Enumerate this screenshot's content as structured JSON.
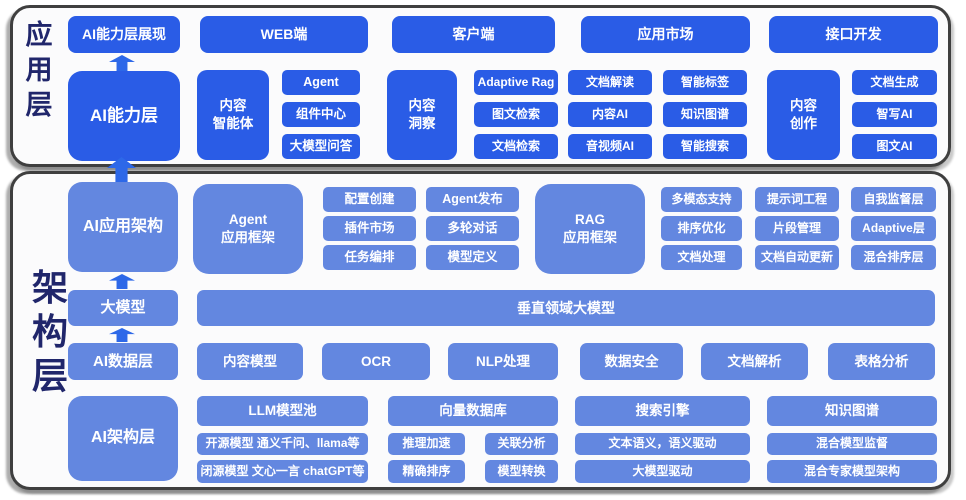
{
  "colors": {
    "top_box_blue": "#2a5ce6",
    "bottom_box_blue": "#6387e0",
    "side_label_navy": "#20266b",
    "arrow_blue": "#2d68e8",
    "panel_bg": "#fbfbfc",
    "panel_border": "#3f3f3f"
  },
  "app": {
    "side_label": "应用层",
    "capability_display": "AI能力层展现",
    "capability": "AI能力层",
    "row1": [
      "WEB端",
      "客户端",
      "应用市场",
      "接口开发"
    ],
    "smart": {
      "title": "内容\n智能体",
      "items": [
        "Agent",
        "组件中心",
        "大模型问答"
      ]
    },
    "insight": "内容\n洞察",
    "grid": [
      [
        "Adaptive Rag",
        "图文检索",
        "文档检索"
      ],
      [
        "文档解读",
        "内容AI",
        "音视频AI"
      ],
      [
        "智能标签",
        "知识图谱",
        "智能搜索"
      ]
    ],
    "create": {
      "title": "内容\n创作",
      "items": [
        "文档生成",
        "智写AI",
        "图文AI"
      ]
    }
  },
  "arch": {
    "side_label": "架构层",
    "app_arch": "AI应用架构",
    "llm": "大模型",
    "data_layer": "AI数据层",
    "infra_layer": "AI架构层",
    "agent_fw": "Agent\n应用框架",
    "agent_items": [
      [
        "配置创建",
        "插件市场",
        "任务编排"
      ],
      [
        "Agent发布",
        "多轮对话",
        "模型定义"
      ]
    ],
    "rag_fw": "RAG\n应用框架",
    "rag_items": [
      [
        "多模态支持",
        "排序优化",
        "文档处理"
      ],
      [
        "提示词工程",
        "片段管理",
        "文档自动更新"
      ],
      [
        "自我监督层",
        "Adaptive层",
        "混合排序层"
      ]
    ],
    "vertical_llm": "垂直领域大模型",
    "data_row": [
      "内容模型",
      "OCR",
      "NLP处理",
      "数据安全",
      "文档解析",
      "表格分析"
    ],
    "llm_pool": {
      "title": "LLM模型池",
      "rows": [
        "开源模型 通义千问、llama等",
        "闭源模型 文心一言 chatGPT等"
      ]
    },
    "vector_db": {
      "title": "向量数据库",
      "rows": [
        [
          "推理加速",
          "关联分析"
        ],
        [
          "精确排序",
          "模型转换"
        ]
      ]
    },
    "search": {
      "title": "搜索引擎",
      "rows": [
        "文本语义，语义驱动",
        "大模型驱动"
      ]
    },
    "kg": {
      "title": "知识图谱",
      "rows": [
        "混合模型监督",
        "混合专家模型架构"
      ]
    }
  }
}
